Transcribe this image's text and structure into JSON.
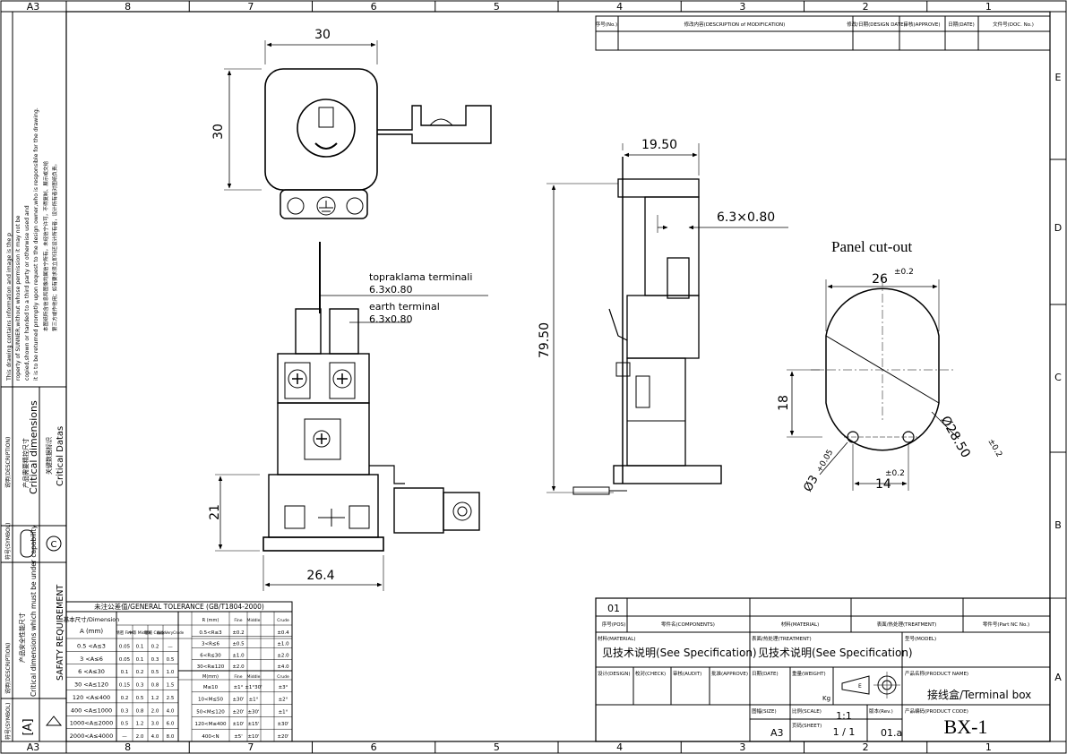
{
  "sheet": {
    "size": "A3",
    "top_cols": [
      "8",
      "7",
      "6",
      "5",
      "4",
      "3",
      "2",
      "1"
    ],
    "bottom_cols": [
      "8",
      "7",
      "6",
      "5",
      "4",
      "3",
      "2",
      "1"
    ],
    "rows": [
      "E",
      "D",
      "C",
      "B",
      "A"
    ]
  },
  "revision_header": {
    "pos": "序号(No.)",
    "description": "修改内容(DESCRIPTION of MODIFICATION)",
    "design_date": "修改/日期(DESIGN DATE)",
    "approve": "审核(APPROVE)",
    "date": "日期(DATE)",
    "doc_no": "文件号(DOC. No.)"
  },
  "notice": {
    "en": "This drawing contains information and image is the property of SUNNER,without whose permission it may not be copied,shown or handed to a third party or otherwise used and it is to be returned promptly upon request to the design owner,who is responsible for the drawing.",
    "cn": "本图纸所含信息和图像均属信宁所有，未经信宁许可，不得复制、展示或交给第三方或作他用；如有要求须立即归还设计所有者，设计所有者对图纸负责。"
  },
  "left_panel": {
    "desc_label": "说明(DESCRIPTION)",
    "critical_dimensions_cn": "产品需要精控尺寸",
    "critical_dimensions": "Critical dimensions",
    "critical_datas_cn": "关键数据标识",
    "critical_datas": "Critical Datas",
    "symbol_label": "符号(SYMBOL)",
    "symbol_c": "C",
    "desc_label2": "说明(DESCRIPTION)",
    "safety_cn": "产品安全性能尺寸",
    "safety_line": "Critical dimensions which must be under capability",
    "safety": "SAFATY REQUIREMENT",
    "symbol_label2": "符号(SYMBOL)",
    "symbol_a": "[A]"
  },
  "top_view": {
    "width_dim": "30",
    "height_dim": "30"
  },
  "front_view": {
    "terminal_1": "topraklama terminali",
    "terminal_1_size": "6.3x0.80",
    "terminal_2": "earth terminal",
    "terminal_2_size": "6.3x0.80",
    "height_dim": "21",
    "width_dim": "26.4"
  },
  "side_view": {
    "width_dim": "19.50",
    "tab_dim": "6.3×0.80",
    "height_dim": "79.50"
  },
  "panel_cutout": {
    "title": "Panel cut-out",
    "width": "26",
    "width_tol": "±0.2",
    "flat": "18",
    "dia": "Ø28.50",
    "dia_tol": "±0.2",
    "hole": "Ø3",
    "hole_tol": "+0.05",
    "pitch": "14",
    "pitch_tol": "±0.2"
  },
  "tolerance_table": {
    "title": "未注公差值/GENERAL TOLERANCE (GB/T1804-2000)",
    "left_header": [
      "基本尺寸/Dimension",
      "A (mm)",
      "精密 Fine",
      "中等 Middle",
      "粗糙 Crude",
      "最粗 VeryCrude"
    ],
    "left_rows": [
      [
        "0.5 <A≤3",
        "0.05",
        "0.1",
        "0.2",
        "—"
      ],
      [
        "3 <A≤6",
        "0.05",
        "0.1",
        "0.3",
        "0.5"
      ],
      [
        "6 <A≤30",
        "0.1",
        "0.2",
        "0.5",
        "1.0"
      ],
      [
        "30 <A≤120",
        "0.15",
        "0.3",
        "0.8",
        "1.5"
      ],
      [
        "120 <A≤400",
        "0.2",
        "0.5",
        "1.2",
        "2.5"
      ],
      [
        "400 <A≤1000",
        "0.3",
        "0.8",
        "2.0",
        "4.0"
      ],
      [
        "1000<A≤2000",
        "0.5",
        "1.2",
        "3.0",
        "6.0"
      ],
      [
        "2000<A≤4000",
        "—",
        "2.0",
        "4.0",
        "8.0"
      ]
    ],
    "radius_header": [
      "R (mm)",
      "Fine",
      "Middle",
      "Crude"
    ],
    "radius_rows": [
      [
        "0.5<R≤3",
        "±0.2",
        "±0.4"
      ],
      [
        "3<R≤6",
        "±0.5",
        "±1.0"
      ],
      [
        "6<R≤30",
        "±1.0",
        "±2.0"
      ],
      [
        "30<R≤120",
        "±2.0",
        "±4.0"
      ]
    ],
    "angle_header": [
      "M(mm)",
      "Fine",
      "Middle",
      "Crude"
    ],
    "angle_rows": [
      [
        "M≤10",
        "±1°",
        "±1°30'",
        "±3°"
      ],
      [
        "10<M≤50",
        "±30'",
        "±1°",
        "±2°"
      ],
      [
        "50<M≤120",
        "±20'",
        "±30'",
        "±1°"
      ],
      [
        "120<M≤400",
        "±10'",
        "±15'",
        "±30'"
      ],
      [
        "400<N",
        "±5'",
        "±10'",
        "±20'"
      ]
    ]
  },
  "title_block": {
    "pos_no": "01",
    "pos_label": "序号(POS)",
    "components_label": "零件名(COMPONENTS)",
    "material_label": "材料(MATERIAL)",
    "treatment_label": "表面/热处理(TREATMENT)",
    "part_no_label": "零件号(Part NC No.)",
    "material_head": "材料(MATERIAL)",
    "material_value": "见技术说明(See Specification)",
    "treatment_head": "表面/热处理(TREATMENT)",
    "treatment_value": "见技术说明(See Specification)",
    "model_label": "型号(MODEL)",
    "design_label": "设计(DESIGN)",
    "check_label": "校对(CHECK)",
    "audit_label": "审核(AUDIT)",
    "approve_label": "批准(APPROVE)",
    "date_label": "日期(DATE)",
    "weight_label": "重量(WEIGHT)",
    "weight_unit": "Kg",
    "projection_label": "E",
    "product_name_label": "产品名称(PRODUCT NAME)",
    "product_name": "接线盒/Terminal box",
    "size_label": "图幅(SIZE)",
    "size_value": "A3",
    "scale_label": "比例(SCALE)",
    "scale_value": "1:1",
    "sheet_label": "页码(SHEET)",
    "sheet_value": "1 / 1",
    "rev_label": "版本(Rev.)",
    "rev_value": "01.a",
    "product_code_label": "产品编码(PRODUCT CODE)",
    "product_code": "BX-1"
  }
}
